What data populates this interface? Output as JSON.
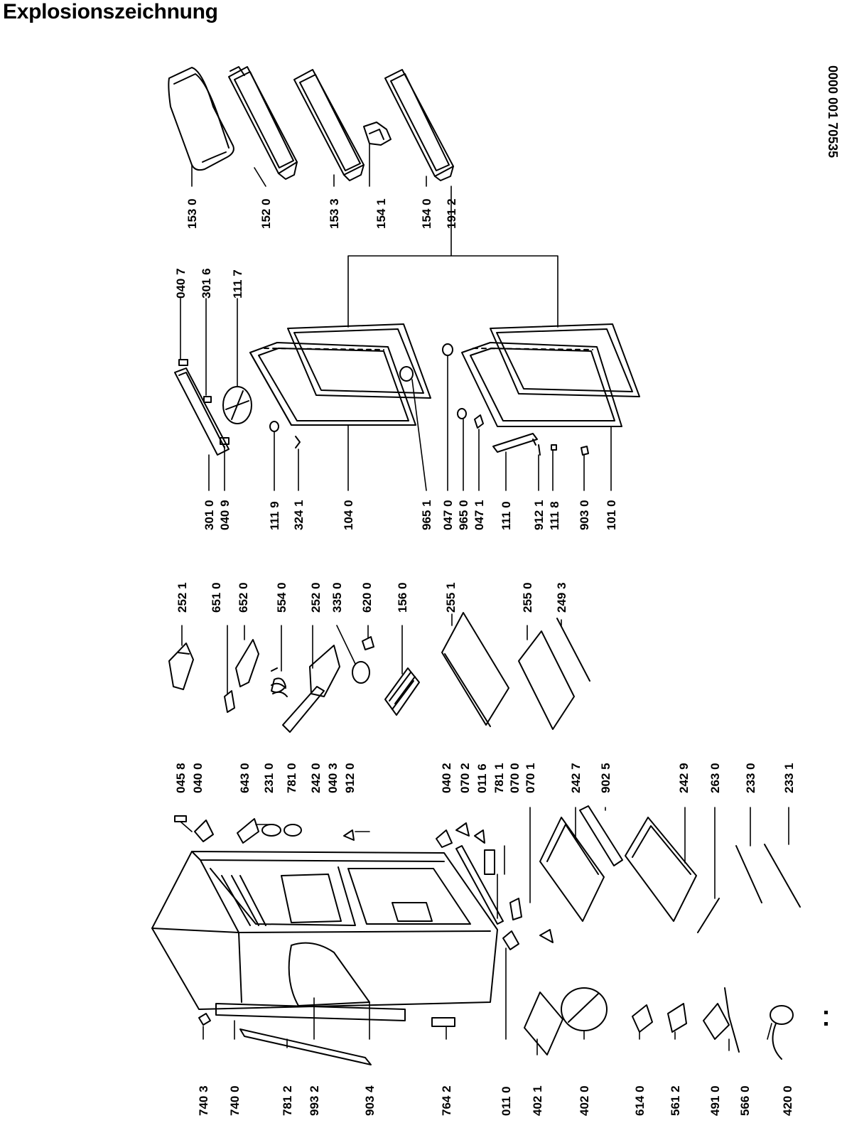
{
  "title": "Explosionszeichnung",
  "document_number": "0000 001 70535",
  "part_labels": {
    "p7403": "740 3",
    "p7400": "740 0",
    "p7812": "781 2",
    "p9932": "993 2",
    "p9034": "903 4",
    "p7642": "764 2",
    "p0110": "011 0",
    "p4021": "402 1",
    "p4020": "402 0",
    "p6140": "614 0",
    "p5612": "561 2",
    "p4910": "491 0",
    "p5660": "566 0",
    "p4200": "420 0",
    "p0458": "045 8",
    "p0400": "040 0",
    "p6430": "643 0",
    "p2310": "231 0",
    "p7810": "781 0",
    "p2420": "242 0",
    "p0403": "040 3",
    "p9120": "912 0",
    "p0402": "040 2",
    "p0702": "070 2",
    "p0116": "011 6",
    "p7811": "781 1",
    "p0700": "070 0",
    "p0701": "070 1",
    "p2427": "242 7",
    "p9025": "902 5",
    "p2429": "242 9",
    "p2630": "263 0",
    "p2330": "233 0",
    "p2331": "233 1",
    "p2521": "252 1",
    "p6510": "651 0",
    "p6520": "652 0",
    "p5540": "554 0",
    "p2520": "252 0",
    "p3350": "335 0",
    "p6200": "620 0",
    "p1560": "156 0",
    "p2551": "255 1",
    "p2550": "255 0",
    "p2493": "249 3",
    "p3010": "301 0",
    "p0409": "040 9",
    "p1119": "111 9",
    "p3241": "324 1",
    "p1040": "104 0",
    "p9651": "965 1",
    "p0470": "047 0",
    "p9650": "965 0",
    "p0471": "047 1",
    "p1110": "111 0",
    "p9121": "912 1",
    "p1118": "111 8",
    "p9030": "903 0",
    "p1010": "101 0",
    "p0407": "040 7",
    "p3016": "301 6",
    "p1117": "111 7",
    "p1530": "153 0",
    "p1520": "152 0",
    "p1533": "153 3",
    "p1541": "154 1",
    "p1540": "154 0",
    "p1912": "191 2"
  }
}
